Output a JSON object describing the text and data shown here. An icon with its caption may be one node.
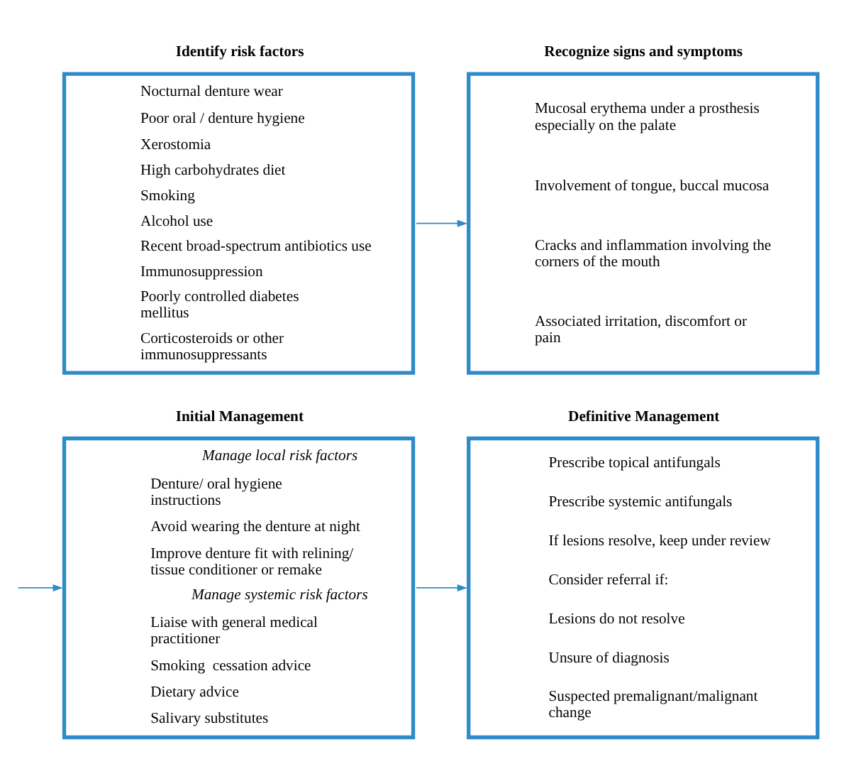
{
  "diagram": {
    "nodes": [
      {
        "text": [
          "Identify risk factors",
          "Nocturnal denture wear",
          "Poor oral / denture hygiene",
          "Xerostomia",
          "High carbohydrates diet",
          "Smoking",
          "Alcohol use",
          "Recent broad-spectrum antibiotics use",
          "Immunosuppression",
          "Poorly controlled diabetes mellitus",
          "Corticosteroids or other immunosuppressants"
        ]
      },
      {
        "text": [
          "Recognize signs and symptoms",
          "Mucosal erythema under a prosthesis especially on the palate",
          "Involvement of tongue, buccal mucosa",
          "Cracks and inflammation involving the corners of the mouth",
          "Associated irritation, discomfort or pain"
        ]
      },
      {
        "text": [
          "Initial Management",
          "Manage local risk factors",
          "Denture/ oral hygiene  instructions",
          "Avoid wearing the denture at night",
          "Improve denture fit with relining/ tissue conditioner or remake",
          "Manage systemic risk factors",
          "Liaise with general medical practitioner",
          "Smoking  cessation advice",
          "Dietary advice",
          "Salivary substitutes"
        ]
      },
      {
        "text": [
          "Definitive Management",
          "Prescribe topical antifungals",
          "Prescribe systemic antifungals",
          "If lesions resolve, keep under review",
          "Consider referral if:",
          "Lesions do not resolve",
          "Unsure of diagnosis",
          "Suspected premalignant/malignant change"
        ]
      }
    ],
    "edges": [
      {
        "from": 0,
        "to": 1,
        "arrow": "to"
      },
      {
        "from": null,
        "to": 2,
        "arrow": "to"
      },
      {
        "from": 2,
        "to": 3,
        "arrow": "to"
      }
    ]
  }
}
